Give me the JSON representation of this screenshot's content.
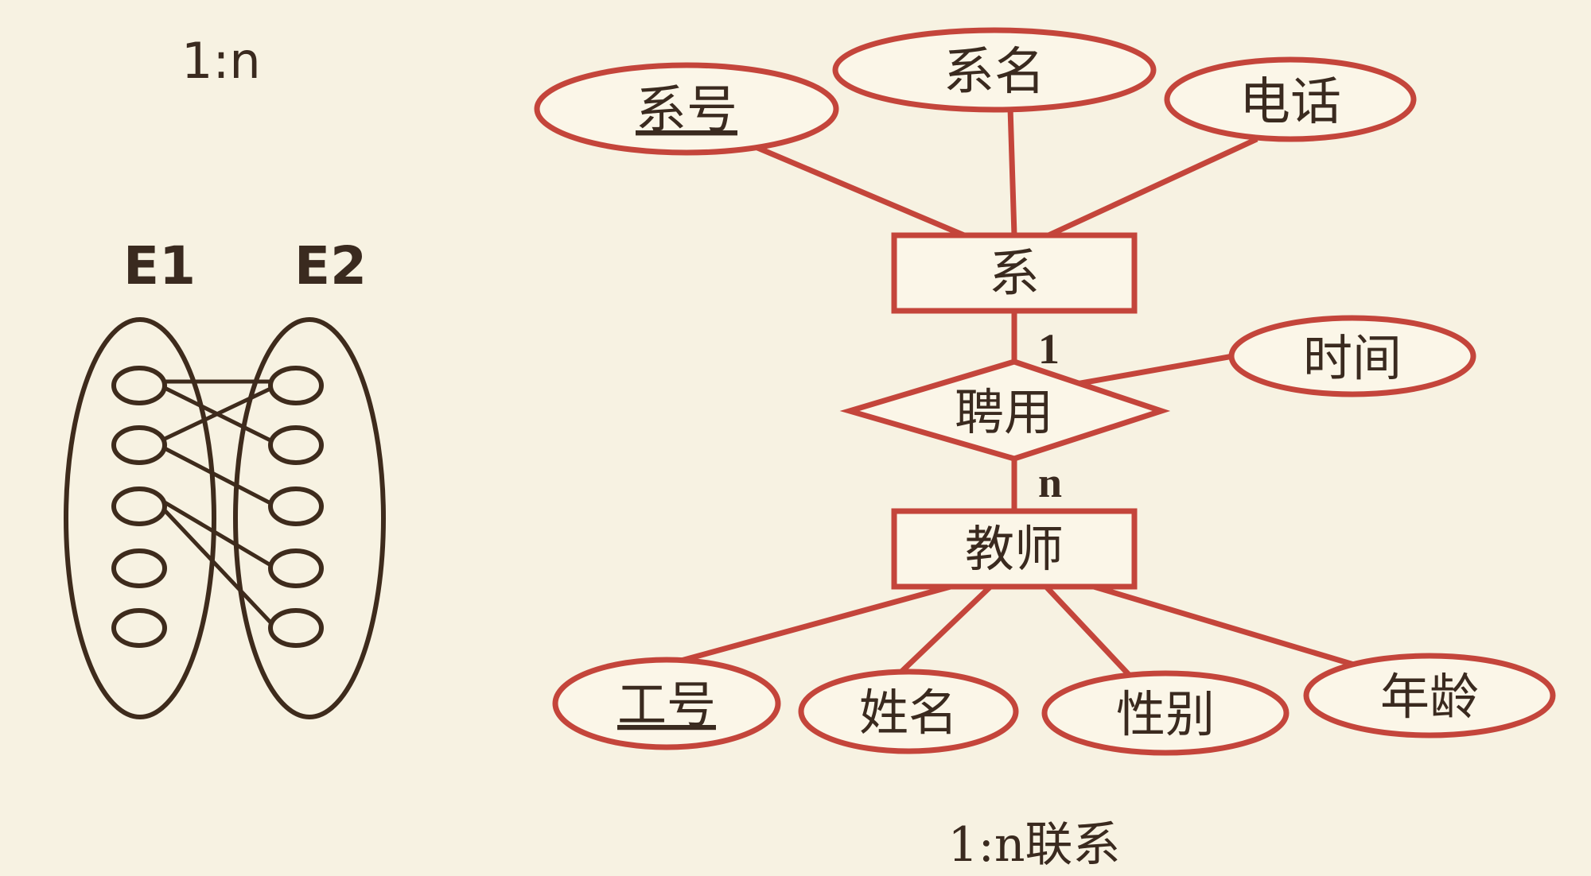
{
  "left_diagram": {
    "title": "1:n",
    "set1_label": "E1",
    "set2_label": "E2"
  },
  "er": {
    "entity_department": "系",
    "entity_teacher": "教师",
    "relationship": "聘用",
    "relationship_attr": "时间",
    "dept_attrs": {
      "id": "系号",
      "name": "系名",
      "phone": "电话"
    },
    "teacher_attrs": {
      "id": "工号",
      "name": "姓名",
      "gender": "性别",
      "age": "年龄"
    },
    "card_top": "1",
    "card_bottom": "n",
    "caption": "1:n联系"
  },
  "colors": {
    "background": "#f7f2e2",
    "er_stroke": "#c4453b",
    "set_stroke": "#3e2b1c",
    "text": "#3a2a1f"
  }
}
